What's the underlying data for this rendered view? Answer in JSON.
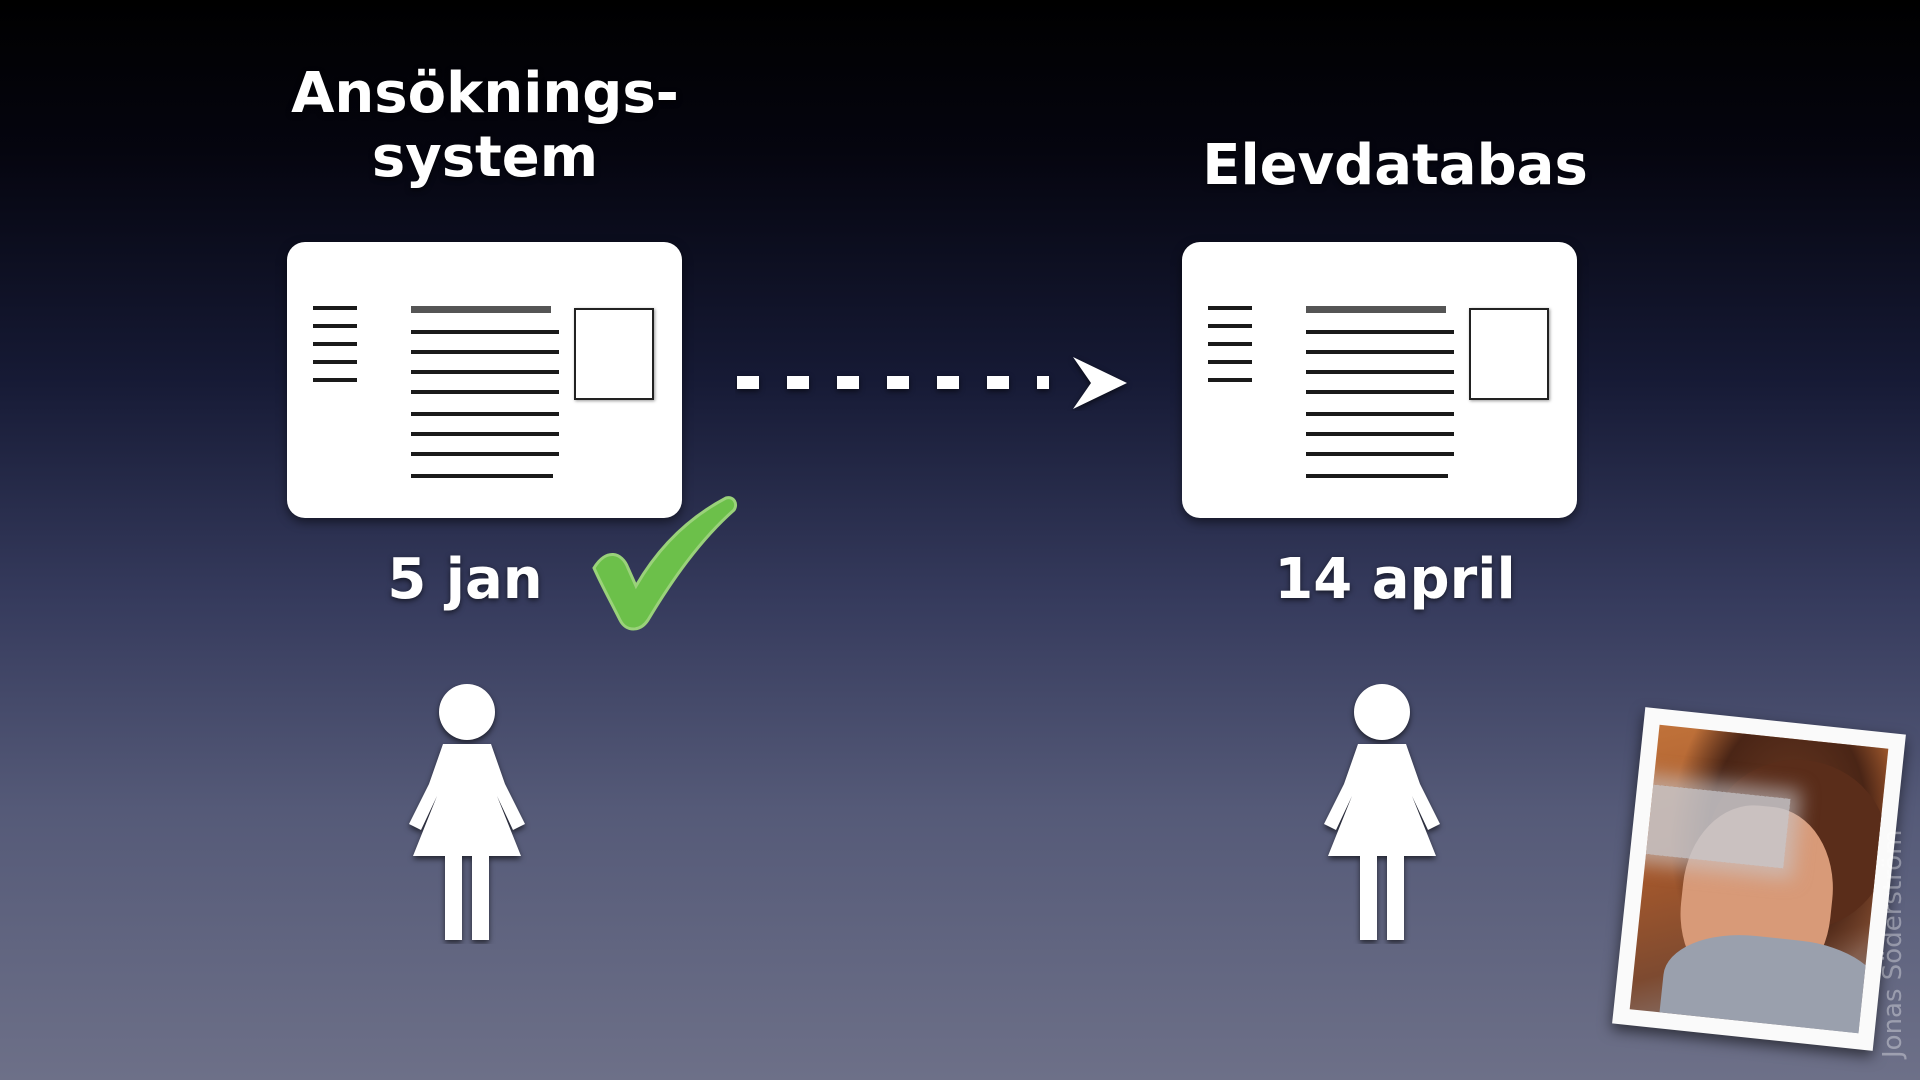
{
  "left": {
    "heading_line1": "Ansöknings-",
    "heading_line2": "system",
    "date": "5 jan"
  },
  "right": {
    "heading": "Elevdatabas",
    "date": "14 april"
  },
  "icons": {
    "document_card": "document-card-icon",
    "dashed_arrow": "dashed-arrow-icon",
    "checkmark": "checkmark-icon",
    "person": "woman-icon"
  },
  "colors": {
    "check": "#6cc04a",
    "text": "#ffffff",
    "card": "#ffffff"
  },
  "credit": "Jonas Söderström"
}
